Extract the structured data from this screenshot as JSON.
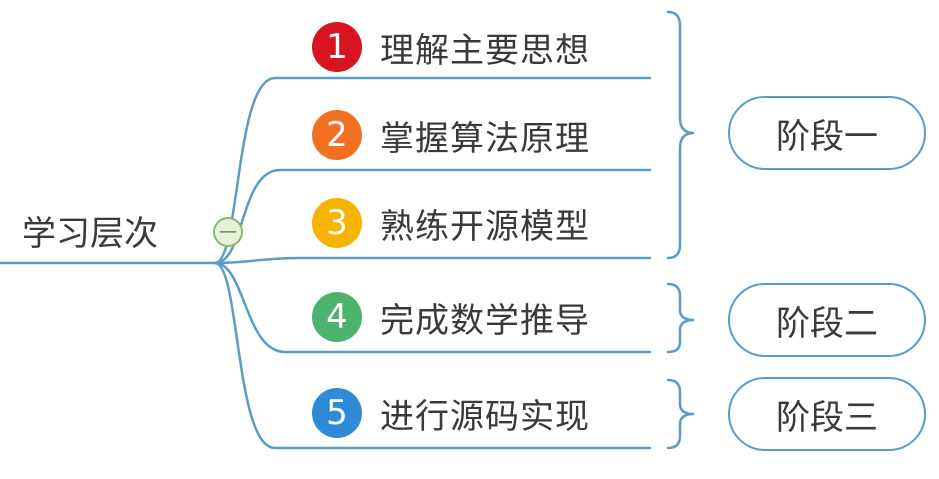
{
  "root": {
    "label": "学习层次",
    "collapse_symbol": "—"
  },
  "branches": [
    {
      "number": "1",
      "text": "理解主要思想",
      "color": "#d7141f"
    },
    {
      "number": "2",
      "text": "掌握算法原理",
      "color": "#f36f21"
    },
    {
      "number": "3",
      "text": "熟练开源模型",
      "color": "#f8b200"
    },
    {
      "number": "4",
      "text": "完成数学推导",
      "color": "#4bb36b"
    },
    {
      "number": "5",
      "text": "进行源码实现",
      "color": "#2f8ad8"
    }
  ],
  "stages": [
    {
      "label": "阶段一"
    },
    {
      "label": "阶段二"
    },
    {
      "label": "阶段三"
    }
  ],
  "colors": {
    "line": "#5a9cc5"
  }
}
